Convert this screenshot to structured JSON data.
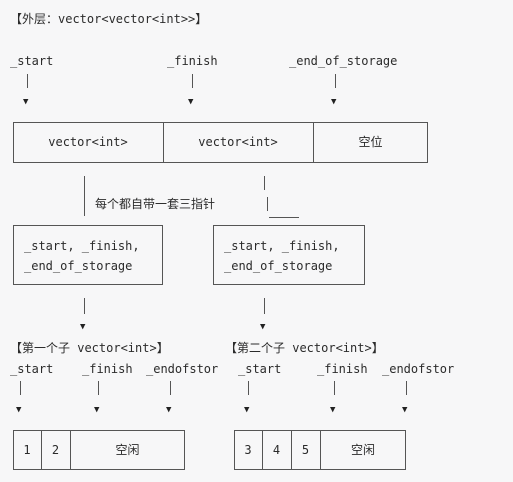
{
  "outer_title": "【外层：vector<vector<int>>】",
  "outer_pointers": {
    "start": "_start",
    "finish": "_finish",
    "end_of_storage": "_end_of_storage"
  },
  "outer_cells": [
    "vector<int>",
    "vector<int>",
    "空位"
  ],
  "note": "每个都自带一套三指针",
  "inner_pointer_box": {
    "line1": "_start, _finish,",
    "line2": "_end_of_storage"
  },
  "first_child": {
    "title": "【第一个子 vector<int>】",
    "pointers": {
      "start": "_start",
      "finish": "_finish",
      "end": "_endofstor"
    },
    "cells": [
      "1",
      "2",
      "空闲"
    ]
  },
  "second_child": {
    "title": "【第二个子 vector<int>】",
    "pointers": {
      "start": "_start",
      "finish": "_finish",
      "end": "_endofstor"
    },
    "cells": [
      "3",
      "4",
      "5",
      "空闲"
    ]
  }
}
